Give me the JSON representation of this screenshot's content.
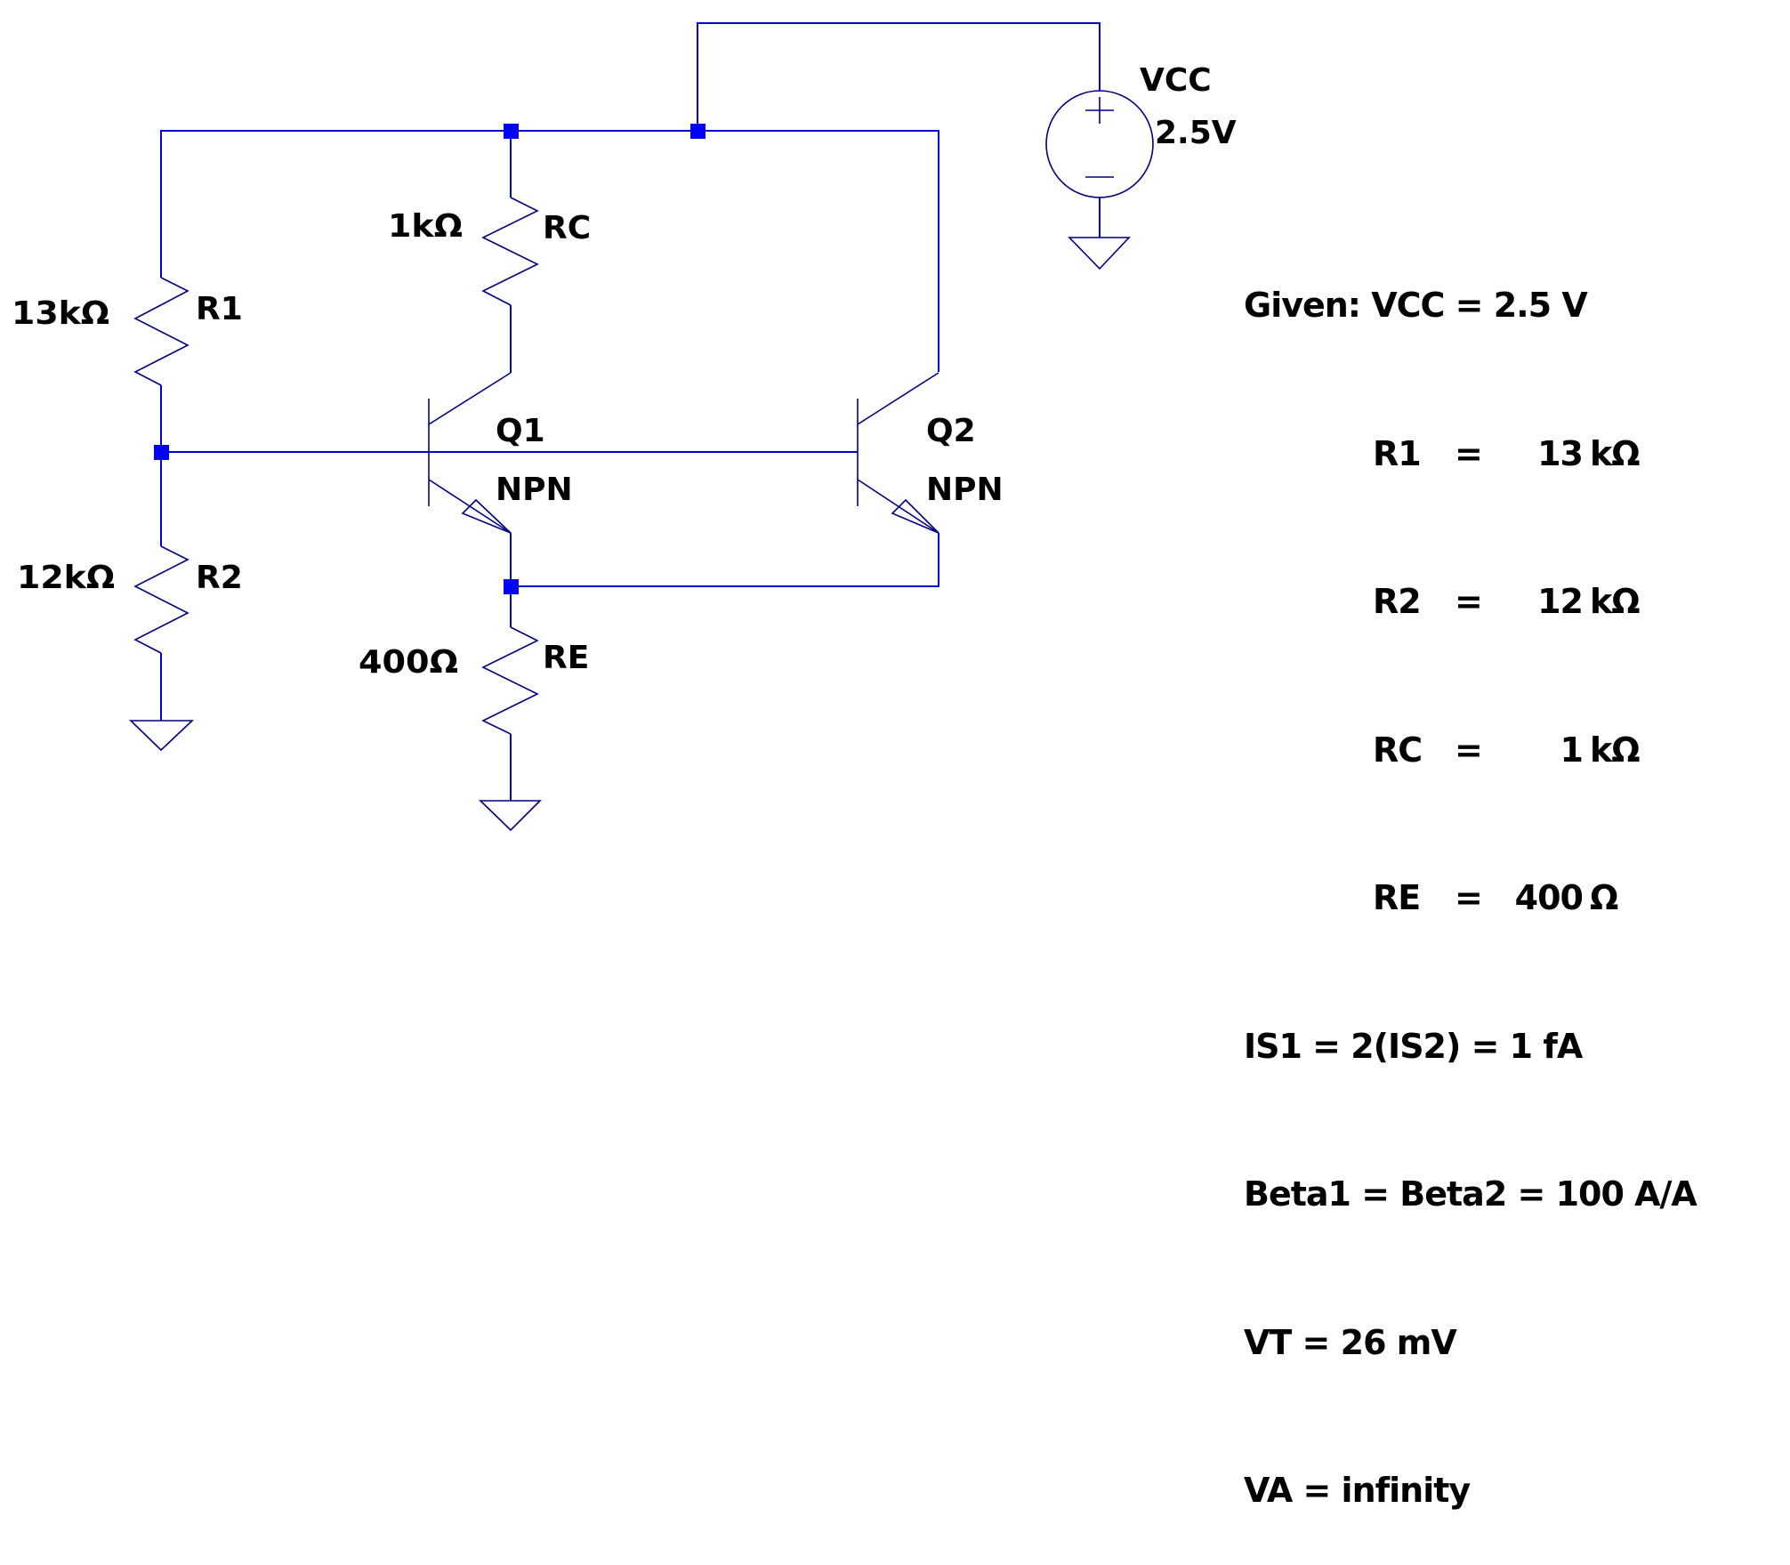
{
  "schematic": {
    "components": {
      "vcc": {
        "name": "VCC",
        "value": "2.5V",
        "type": "voltage-source"
      },
      "r1": {
        "name": "R1",
        "value": "13kΩ",
        "type": "resistor"
      },
      "r2": {
        "name": "R2",
        "value": "12kΩ",
        "type": "resistor"
      },
      "rc": {
        "name": "RC",
        "value": "1kΩ",
        "type": "resistor"
      },
      "re": {
        "name": "RE",
        "value": "400Ω",
        "type": "resistor"
      },
      "q1": {
        "name": "Q1",
        "model": "NPN",
        "type": "npn-bjt"
      },
      "q2": {
        "name": "Q2",
        "model": "NPN",
        "type": "npn-bjt"
      }
    },
    "colors": {
      "wire": "#0000d0",
      "component": "#000080",
      "junction": "#0000ff",
      "text": "#000000",
      "background": "#ffffff"
    }
  },
  "given": {
    "prefix": "Given:",
    "vcc": {
      "key": "VCC",
      "eq": "=",
      "value": "2.5",
      "unit": "V"
    },
    "r1": {
      "key": "R1",
      "eq": "=",
      "value": "13",
      "unit": "kΩ"
    },
    "r2": {
      "key": "R2",
      "eq": "=",
      "value": "12",
      "unit": "kΩ"
    },
    "rc": {
      "key": "RC",
      "eq": "=",
      "value": "1",
      "unit": "kΩ"
    },
    "re": {
      "key": "RE",
      "eq": "=",
      "value": "400",
      "unit": "Ω"
    },
    "is": "IS1 = 2(IS2) = 1 fA",
    "beta": "Beta1 = Beta2 = 100 A/A",
    "vt": "VT = 26 mV",
    "va": "VA = infinity"
  }
}
